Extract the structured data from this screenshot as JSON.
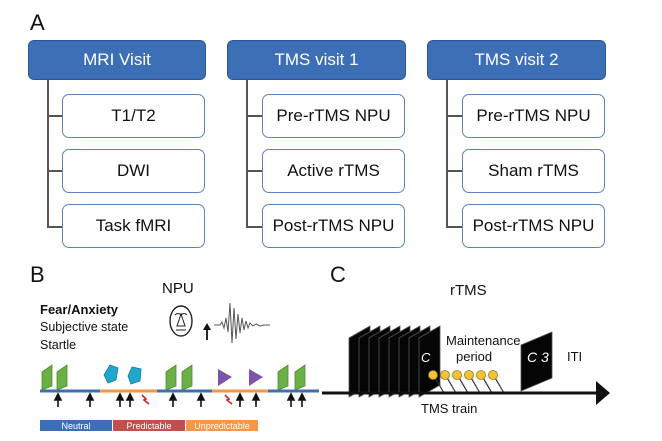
{
  "panel_a": {
    "letter": "A",
    "columns": [
      {
        "header": "MRI Visit",
        "items": [
          "T1/T2",
          "DWI",
          "Task fMRI"
        ]
      },
      {
        "header": "TMS visit 1",
        "items": [
          "Pre-rTMS NPU",
          "Active rTMS",
          "Post-rTMS NPU"
        ]
      },
      {
        "header": "TMS visit 2",
        "items": [
          "Pre-rTMS NPU",
          "Sham rTMS",
          "Post-rTMS NPU"
        ]
      }
    ]
  },
  "panel_b": {
    "letter": "B",
    "title": "NPU",
    "measures": [
      "Fear/Anxiety",
      "Subjective state",
      "Startle"
    ],
    "legend": [
      {
        "label": "Neutral",
        "color": "#3d6fb6"
      },
      {
        "label": "Predictable",
        "color": "#c0504d"
      },
      {
        "label": "Unpredictable",
        "color": "#f79646"
      }
    ]
  },
  "panel_c": {
    "letter": "C",
    "title": "rTMS",
    "maintenance": [
      "Maintenance",
      "period"
    ],
    "iti": "ITI",
    "train_label": "TMS train",
    "coil_letter_1": "C",
    "coil_letter_2": "C 3"
  }
}
